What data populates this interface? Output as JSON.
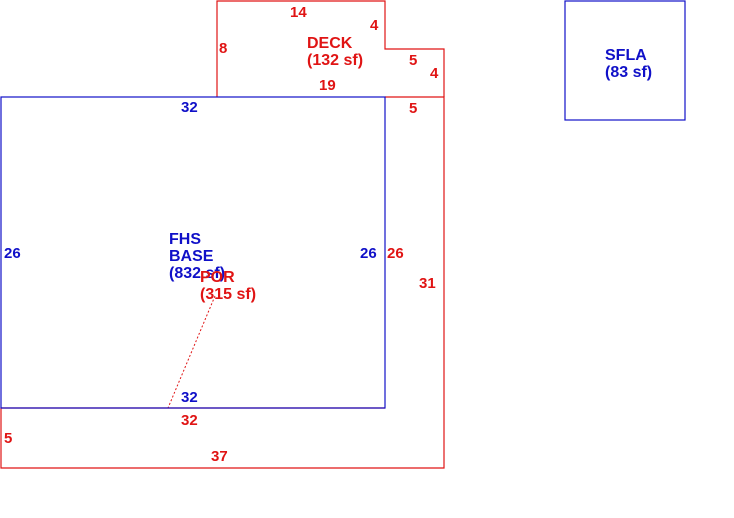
{
  "colors": {
    "base_outline": "#1010c8",
    "overlay_outline": "#e01414",
    "background": "#ffffff"
  },
  "areas": {
    "base": {
      "line1": "FHS",
      "line2": "BASE",
      "line3": "(832 sf)"
    },
    "por": {
      "line1": "POR",
      "line2": "(315 sf)"
    },
    "deck": {
      "line1": "DECK",
      "line2": "(132 sf)"
    },
    "sfla": {
      "line1": "SFLA",
      "line2": "(83 sf)"
    }
  },
  "dimensions": {
    "base_top": "32",
    "base_left": "26",
    "base_right": "26",
    "base_bottom": "32",
    "deck_top": "14",
    "deck_left": "8",
    "deck_notch_right": "4",
    "deck_step": "5",
    "deck_right": "4",
    "deck_bottom": "19",
    "por_top_ext": "5",
    "por_left": "26",
    "por_right": "31",
    "por_inner_bottom": "32",
    "por_left_lower": "5",
    "por_bottom": "37"
  }
}
